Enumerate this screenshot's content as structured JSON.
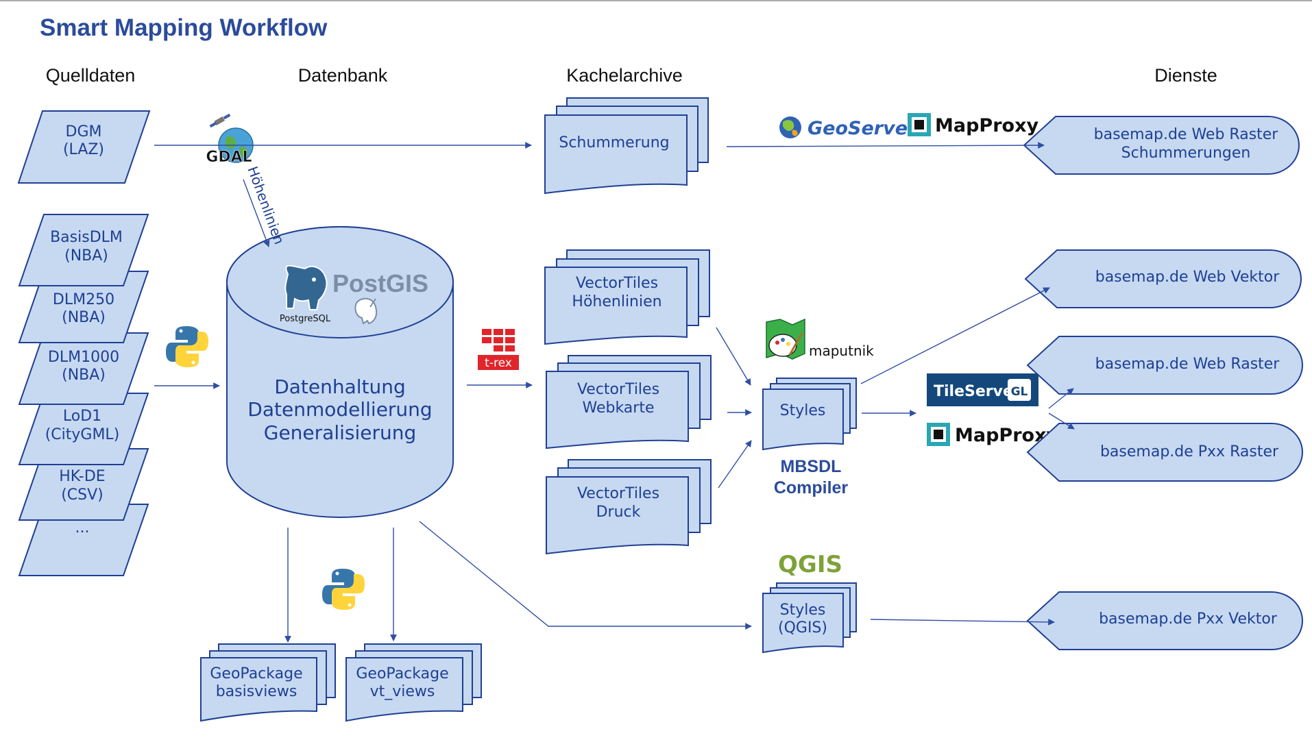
{
  "title": "Smart Mapping Workflow",
  "columns": {
    "quelldaten": "Quelldaten",
    "datenbank": "Datenbank",
    "kachelarchive": "Kachelarchive",
    "dienste": "Dienste"
  },
  "sources": {
    "dgm": [
      "DGM",
      "(LAZ)"
    ],
    "basisdlm": [
      "BasisDLM",
      "(NBA)"
    ],
    "dlm250": [
      "DLM250",
      "(NBA)"
    ],
    "dlm1000": [
      "DLM1000",
      "(NBA)"
    ],
    "lod1": [
      "LoD1",
      "(CityGML)"
    ],
    "hkde": [
      "HK-DE",
      "(CSV)"
    ],
    "more": [
      "..."
    ]
  },
  "tools": {
    "gdal": "GDAL",
    "hoehenlinien_edge": "Höhenlinien",
    "postgis": "PostGIS",
    "postgresql": "PostgreSQL",
    "trex": "t-rex",
    "geoserver": "GeoServer",
    "mapproxy_top": "MapProxy",
    "maputnik": "maputnik",
    "tileserver": "TileServer",
    "tileserver_gl": "GL",
    "mapproxy_mid": "MapProxy",
    "qgis": "QGIS"
  },
  "database": [
    "Datenhaltung",
    "Datenmodellierung",
    "Generalisierung"
  ],
  "archives": {
    "schummerung": [
      "Schummerung"
    ],
    "vt_hoehenlinien": [
      "VectorTiles",
      "Höhenlinien"
    ],
    "vt_webkarte": [
      "VectorTiles",
      "Webkarte"
    ],
    "vt_druck": [
      "VectorTiles",
      "Druck"
    ]
  },
  "styles": {
    "mbsdl": [
      "Styles"
    ],
    "qgis": [
      "Styles",
      "(QGIS)"
    ]
  },
  "compiler": [
    "MBSDL",
    "Compiler"
  ],
  "geopackages": {
    "basisviews": [
      "GeoPackage",
      "basisviews"
    ],
    "vt_views": [
      "GeoPackage",
      "vt_views"
    ]
  },
  "services": {
    "web_raster_schummerung": [
      "basemap.de Web Raster",
      "Schummerungen"
    ],
    "web_vektor": [
      "basemap.de Web Vektor"
    ],
    "web_raster": [
      "basemap.de Web Raster"
    ],
    "pxx_raster": [
      "basemap.de Pxx Raster"
    ],
    "pxx_vektor": [
      "basemap.de Pxx Vektor"
    ]
  },
  "colors": {
    "shape_fill": "#c6d9f1",
    "shape_stroke": "#1f3f93",
    "title": "#2b4b9b",
    "postgis": "#7a8fa6",
    "trex_red": "#e0252b",
    "geoserver": "#2e62b4",
    "tileserver_bg": "#14487d",
    "qgis_green": "#7ea23a"
  }
}
